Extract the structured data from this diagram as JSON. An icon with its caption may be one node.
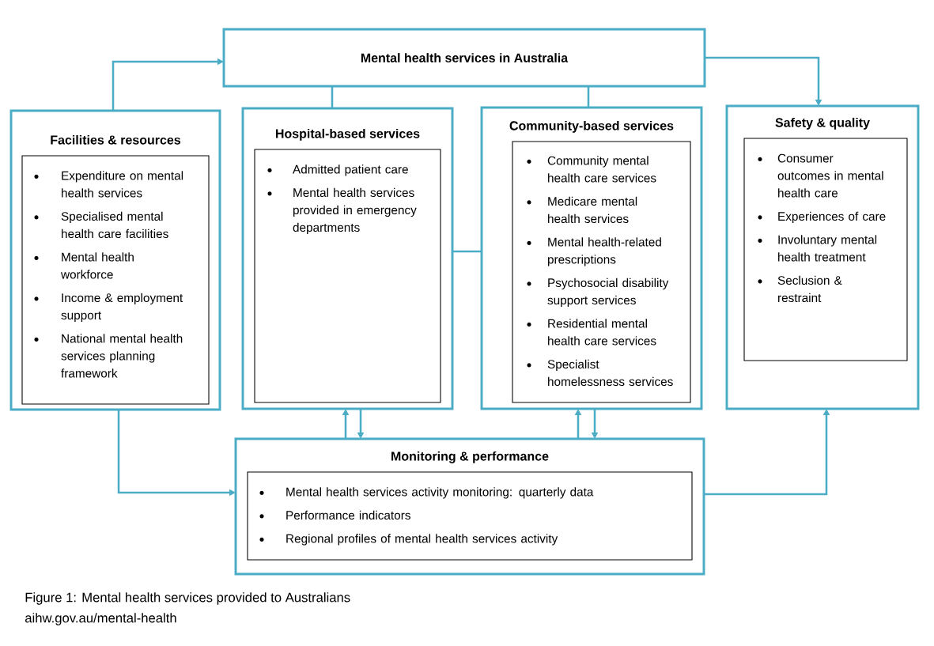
{
  "diagram": {
    "caption": "Figure 1: Mental health services provided to Australians",
    "nodes": [
      {
        "text": [
          "Mental health services in Australia"
        ]
      },
      {
        "text": [
          "Facilities & resources"
        ]
      },
      {
        "text": [
          "Expenditure on mental health services",
          "Specialised mental health care facilities",
          "Mental health workforce",
          "Income & employment support",
          "National mental health services planning framework"
        ],
        "in": 1
      },
      {
        "text": [
          "Hospital-based services"
        ]
      },
      {
        "text": [
          "Admitted patient care",
          "Mental health services provided in emergency departments"
        ],
        "in": 3
      },
      {
        "text": [
          "Community-based services"
        ]
      },
      {
        "text": [
          "Community mental health care services",
          "Medicare mental health services",
          "Mental health-related prescriptions",
          "Psychosocial disability support services",
          "Residential mental health care services",
          "Specialist homelessness services"
        ],
        "in": 5
      },
      {
        "text": [
          "Safety & quality"
        ]
      },
      {
        "text": [
          "Consumer outcomes in mental health care",
          "Experiences of care",
          "Involuntary mental health treatment",
          "Seclusion & restraint"
        ],
        "in": 7
      },
      {
        "text": [
          "Monitoring & performance"
        ]
      },
      {
        "text": [
          "Mental health services activity monitoring: quarterly data",
          "Performance indicators",
          "Regional profiles of mental health services activity"
        ],
        "in": 9
      }
    ],
    "edges": [
      {
        "from": 1,
        "to": 0,
        "arrow": "to"
      },
      {
        "from": 0,
        "to": 3,
        "arrow": "none"
      },
      {
        "from": 0,
        "to": 5,
        "arrow": "none"
      },
      {
        "from": 0,
        "to": 7,
        "arrow": "to"
      },
      {
        "from": 3,
        "to": 5,
        "arrow": "none"
      },
      {
        "from": 9,
        "to": 3,
        "arrow": "to"
      },
      {
        "from": 3,
        "to": 9,
        "arrow": "to"
      },
      {
        "from": 9,
        "to": 5,
        "arrow": "to"
      },
      {
        "from": 5,
        "to": 9,
        "arrow": "to"
      },
      {
        "from": 1,
        "to": 9,
        "arrow": "to"
      },
      {
        "from": 9,
        "to": 7,
        "arrow": "to"
      }
    ],
    "labels": [
      "aihw.gov.au/mental-health"
    ]
  }
}
